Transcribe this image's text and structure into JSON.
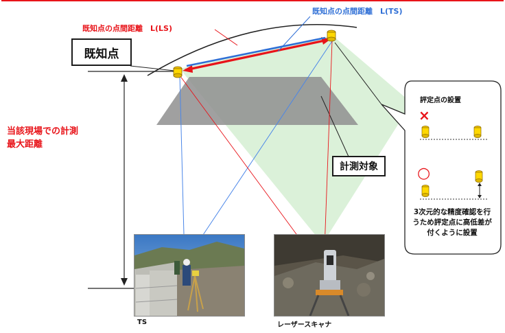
{
  "labels": {
    "known_point": "既知点",
    "ls_distance": "既知点の点間距離　L(LS)",
    "ts_distance": "既知点の点間距離　L(TS)",
    "max_distance_line1": "当該現場での計測",
    "max_distance_line2": "最大距離",
    "measurement_target": "計測対象"
  },
  "callout": {
    "title": "評定点の設置",
    "wrong_mark": "×",
    "right_mark": "○",
    "description": "3次元的な精度確認を行うため評定点に高低差が付くように設置"
  },
  "photos": {
    "ts_caption": "TS",
    "laser_caption": "レーザースキャナ"
  },
  "colors": {
    "ls_line": "#e8141a",
    "ts_line": "#2f6fd6",
    "scan_area": "#c7ecc7",
    "surface": "#8f8f8f"
  }
}
